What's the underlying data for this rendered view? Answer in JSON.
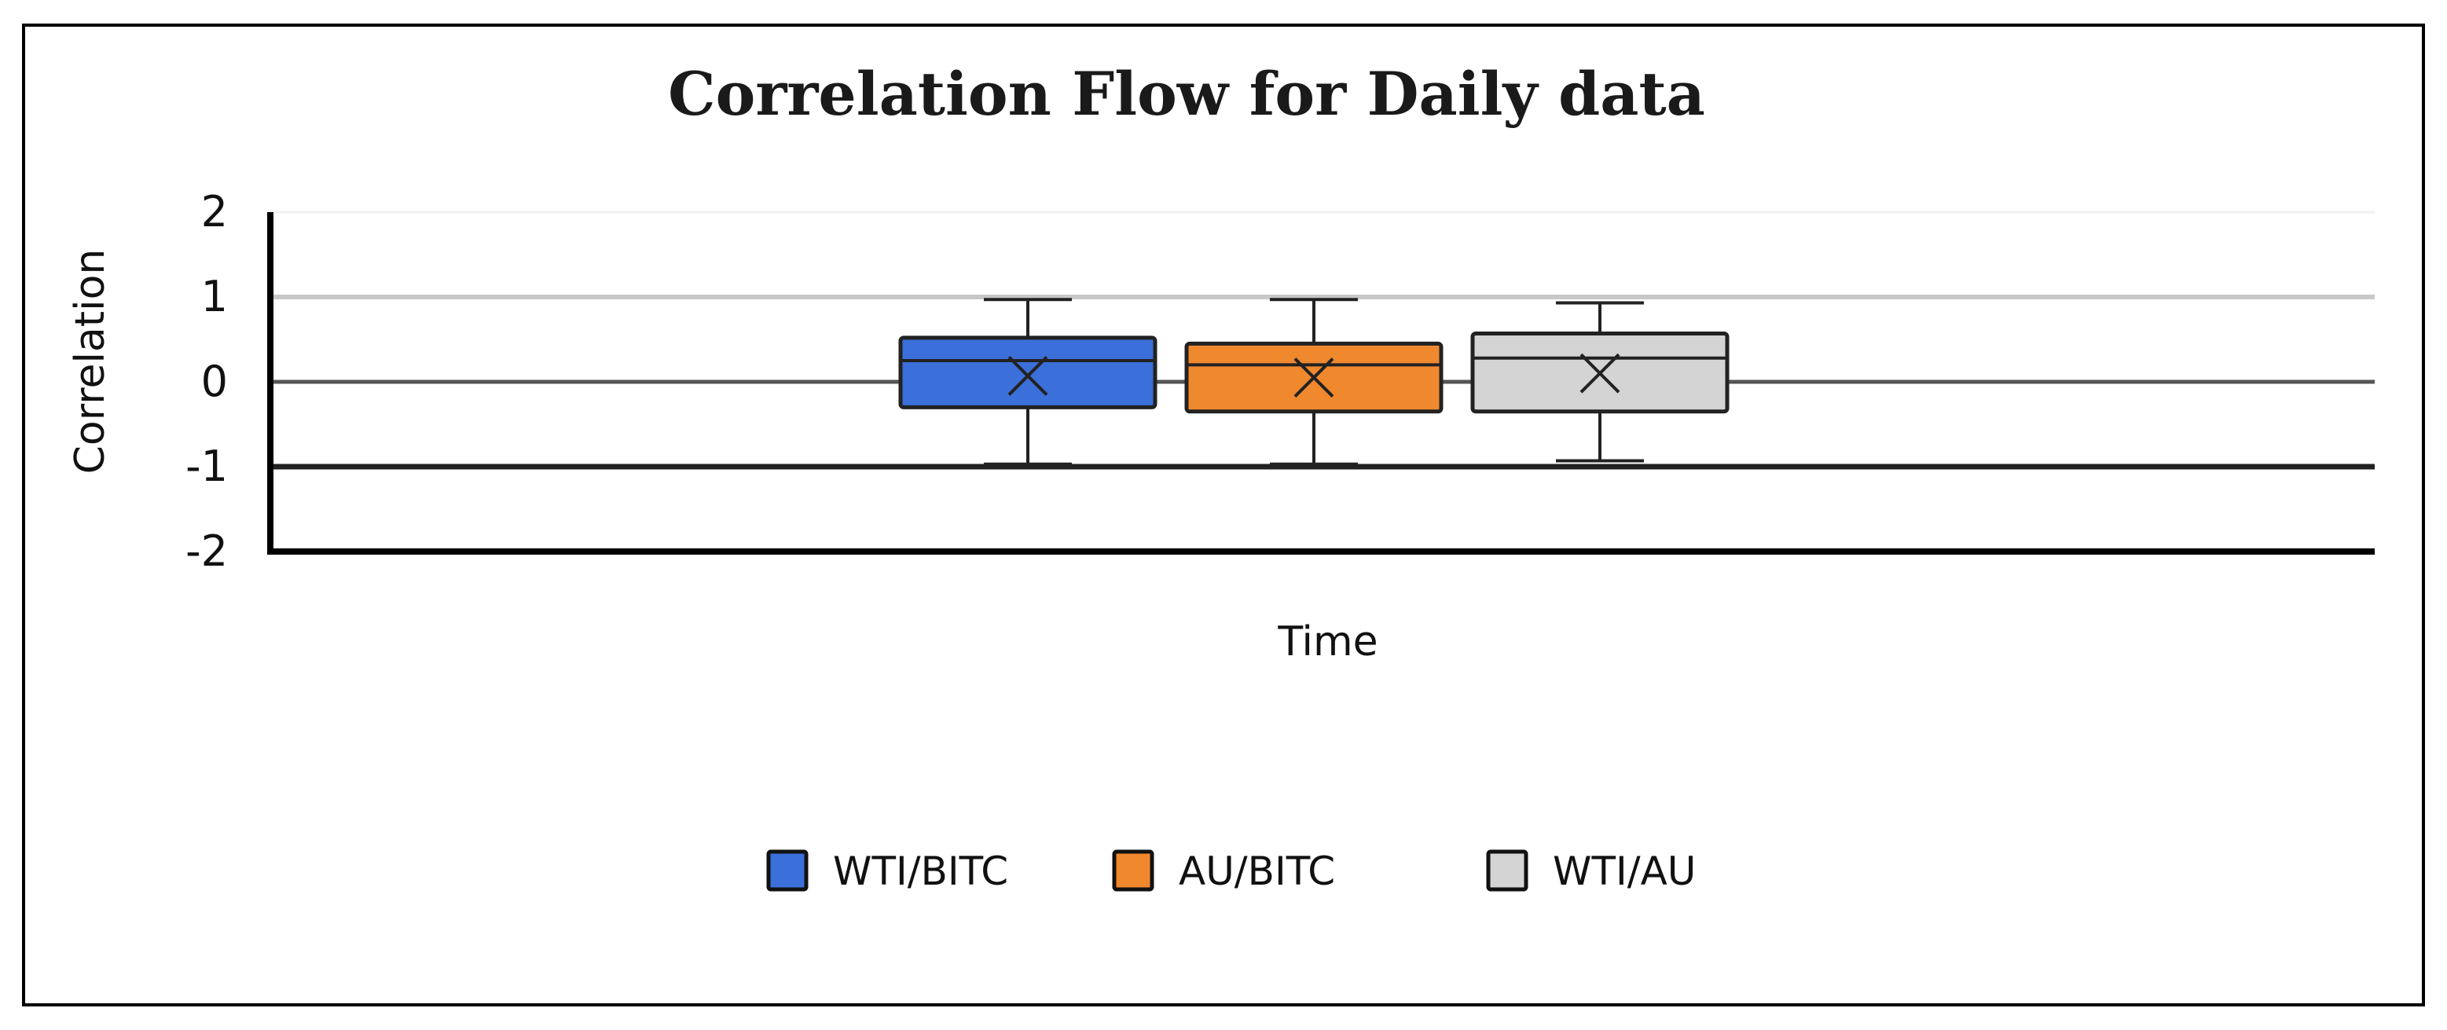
{
  "chart_data": {
    "type": "box",
    "title": "Correlation Flow for Daily data",
    "xlabel": "Time",
    "ylabel": "Correlation",
    "ylim": [
      -2,
      2
    ],
    "yticks": [
      "2",
      "1",
      "0",
      "-1",
      "-2"
    ],
    "grid": true,
    "legend_position": "bottom",
    "series": [
      {
        "name": "WTI/BITC",
        "color": "#3b6fd9",
        "min": -0.97,
        "q1": -0.3,
        "median": 0.25,
        "mean": 0.07,
        "q3": 0.52,
        "max": 0.97
      },
      {
        "name": "AU/BITC",
        "color": "#f0882e",
        "min": -0.97,
        "q1": -0.35,
        "median": 0.2,
        "mean": 0.05,
        "q3": 0.45,
        "max": 0.97
      },
      {
        "name": "WTI/AU",
        "color": "#d4d4d4",
        "min": -0.93,
        "q1": -0.35,
        "median": 0.28,
        "mean": 0.1,
        "q3": 0.57,
        "max": 0.93
      }
    ]
  }
}
